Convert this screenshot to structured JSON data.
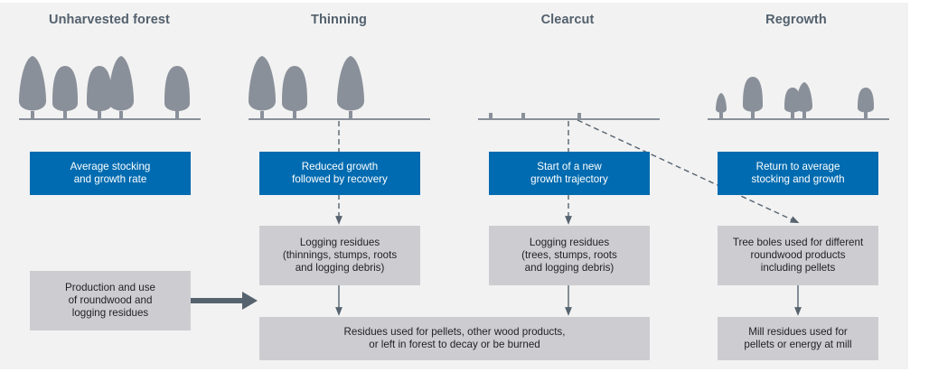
{
  "colors": {
    "panel_bg": "#f2f2f2",
    "title_text": "#53606d",
    "tree_fill": "#8a909a",
    "blue_box": "#006bb0",
    "grey_box": "#cdcdd1",
    "arrow": "#56636f"
  },
  "stages": [
    {
      "title": "Unharvested forest",
      "outcome": "Average stocking\nand growth rate"
    },
    {
      "title": "Thinning",
      "outcome": "Reduced growth\nfollowed by recovery"
    },
    {
      "title": "Clearcut",
      "outcome": "Start of a new\ngrowth trajectory"
    },
    {
      "title": "Regrowth",
      "outcome": "Return to average\nstocking and growth"
    }
  ],
  "products": {
    "thinning_residues": "Logging residues\n(thinnings, stumps, roots\nand logging debris)",
    "clearcut_residues": "Logging residues\n(trees, stumps, roots\nand logging debris)",
    "tree_boles": "Tree boles used for different\nroundwood products\nincluding pellets",
    "production": "Production and use\nof roundwood and\nlogging residues",
    "residue_use": "Residues used for pellets, other wood products,\nor left in forest to decay or be burned",
    "mill_residues": "Mill residues used for\npellets or energy at mill"
  },
  "icons": {
    "tree": "tree-icon",
    "stump": "stump-icon",
    "arrow": "arrow-icon"
  }
}
